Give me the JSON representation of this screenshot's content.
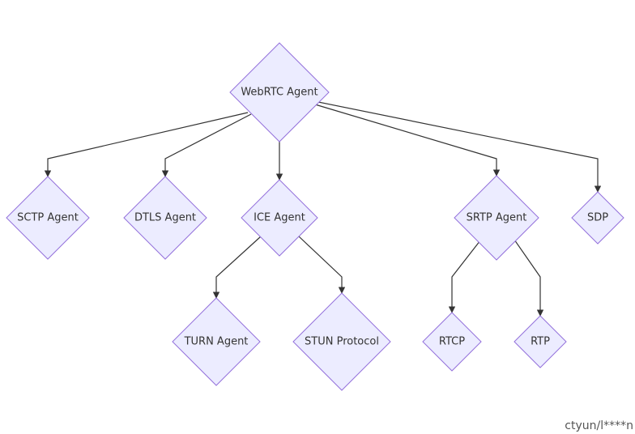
{
  "diagram": {
    "nodes": [
      {
        "id": "webrtc",
        "label": "WebRTC Agent"
      },
      {
        "id": "sctp",
        "label": "SCTP Agent"
      },
      {
        "id": "dtls",
        "label": "DTLS Agent"
      },
      {
        "id": "ice",
        "label": "ICE Agent"
      },
      {
        "id": "srtp",
        "label": "SRTP Agent"
      },
      {
        "id": "sdp",
        "label": "SDP"
      },
      {
        "id": "turn",
        "label": "TURN Agent"
      },
      {
        "id": "stun",
        "label": "STUN Protocol"
      },
      {
        "id": "rtcp",
        "label": "RTCP"
      },
      {
        "id": "rtp",
        "label": "RTP"
      }
    ],
    "edges": [
      {
        "from": "webrtc",
        "to": "sctp"
      },
      {
        "from": "webrtc",
        "to": "dtls"
      },
      {
        "from": "webrtc",
        "to": "ice"
      },
      {
        "from": "webrtc",
        "to": "srtp"
      },
      {
        "from": "webrtc",
        "to": "sdp"
      },
      {
        "from": "ice",
        "to": "turn"
      },
      {
        "from": "ice",
        "to": "stun"
      },
      {
        "from": "srtp",
        "to": "rtcp"
      },
      {
        "from": "srtp",
        "to": "rtp"
      }
    ]
  },
  "watermark": "ctyun/l****n"
}
